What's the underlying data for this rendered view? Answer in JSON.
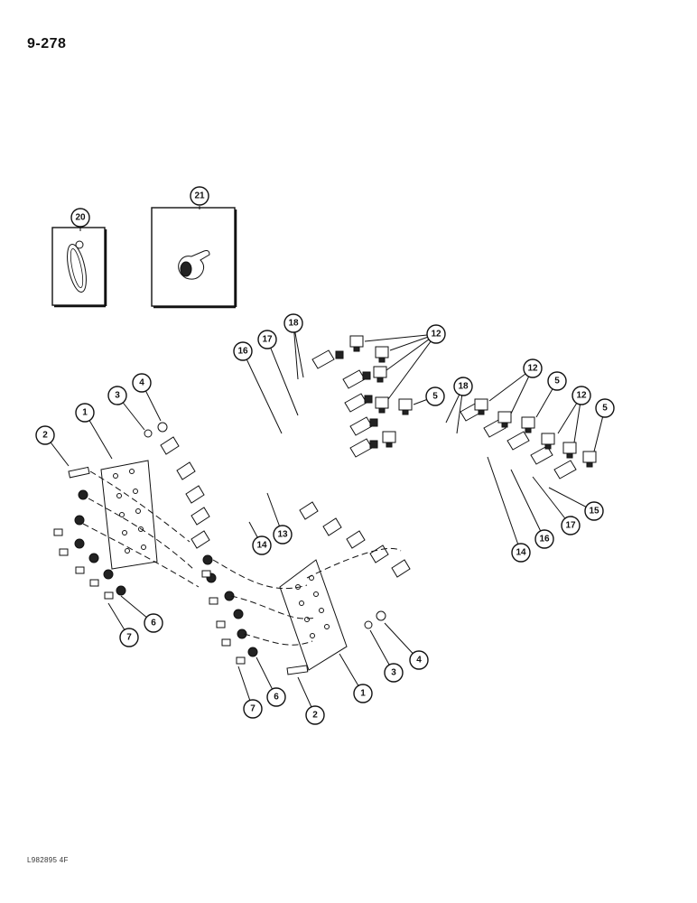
{
  "page": {
    "number": "9-278",
    "figure_code": "L982895 4F"
  },
  "callouts": [
    {
      "id": "c20",
      "label": "20"
    },
    {
      "id": "c21",
      "label": "21"
    },
    {
      "id": "c18a",
      "label": "18"
    },
    {
      "id": "c17a",
      "label": "17"
    },
    {
      "id": "c16a",
      "label": "16"
    },
    {
      "id": "c12a",
      "label": "12"
    },
    {
      "id": "c4a",
      "label": "4"
    },
    {
      "id": "c3a",
      "label": "3"
    },
    {
      "id": "c1a",
      "label": "1"
    },
    {
      "id": "c2a",
      "label": "2"
    },
    {
      "id": "c5a",
      "label": "5"
    },
    {
      "id": "c18b",
      "label": "18"
    },
    {
      "id": "c12b",
      "label": "12"
    },
    {
      "id": "c5b",
      "label": "5"
    },
    {
      "id": "c12c",
      "label": "12"
    },
    {
      "id": "c5c",
      "label": "5"
    },
    {
      "id": "c15",
      "label": "15"
    },
    {
      "id": "c17b",
      "label": "17"
    },
    {
      "id": "c16b",
      "label": "16"
    },
    {
      "id": "c14b",
      "label": "14"
    },
    {
      "id": "c13",
      "label": "13"
    },
    {
      "id": "c14a",
      "label": "14"
    },
    {
      "id": "c6a",
      "label": "6"
    },
    {
      "id": "c7a",
      "label": "7"
    },
    {
      "id": "c4b",
      "label": "4"
    },
    {
      "id": "c3b",
      "label": "3"
    },
    {
      "id": "c1b",
      "label": "1"
    },
    {
      "id": "c6b",
      "label": "6"
    },
    {
      "id": "c7b",
      "label": "7"
    },
    {
      "id": "c2b",
      "label": "2"
    }
  ]
}
